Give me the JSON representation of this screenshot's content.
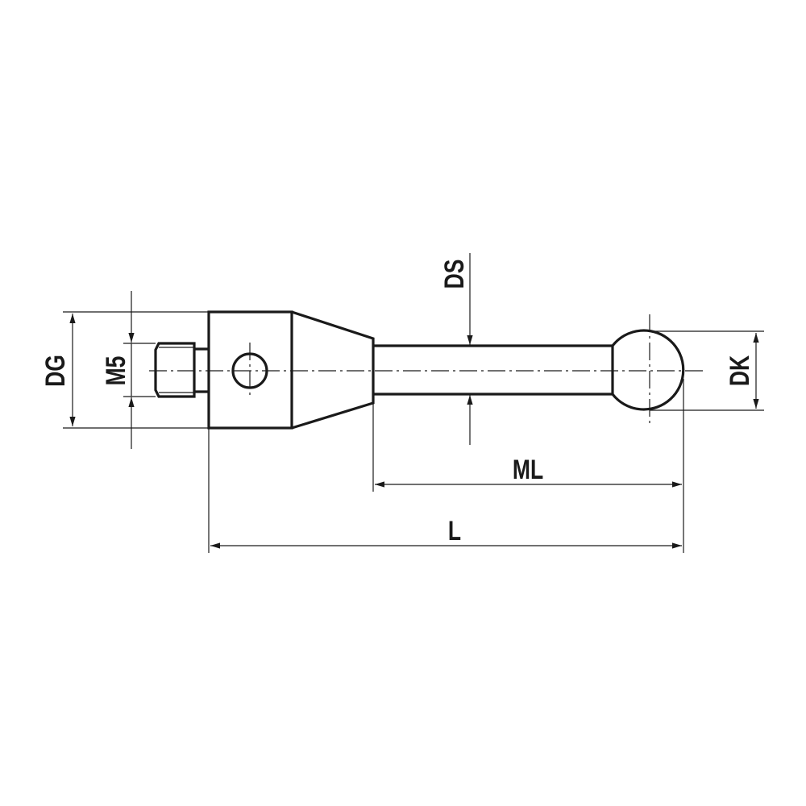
{
  "labels": {
    "grip_diameter": "DG",
    "thread": "M5",
    "stem_diameter": "DS",
    "ball_diameter": "DK",
    "measuring_length": "ML",
    "length": "L"
  },
  "colors": {
    "line": "#1a1a1a",
    "background": "#ffffff"
  }
}
